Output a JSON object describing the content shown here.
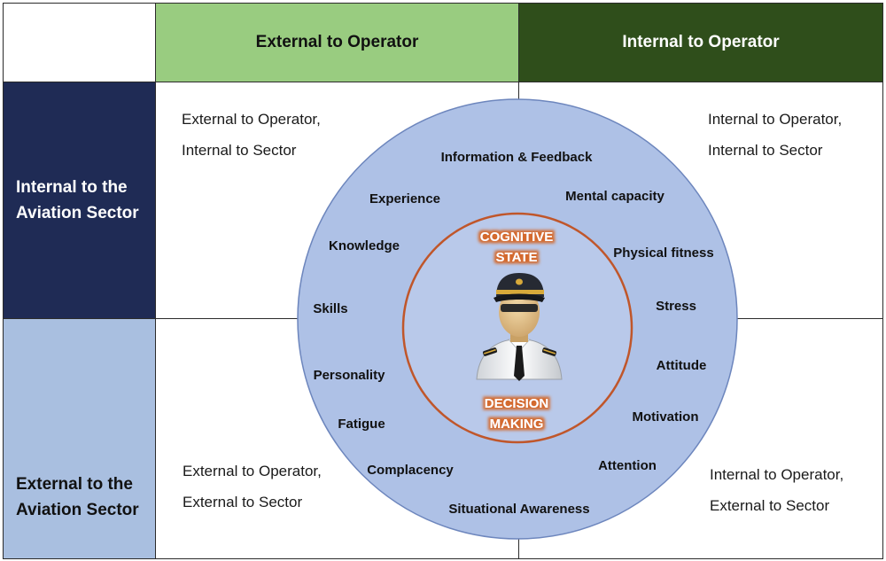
{
  "colors": {
    "header_light_green": "#99cc80",
    "header_dark_green": "#2f4e1b",
    "row_dark_blue": "#1f2b55",
    "row_light_blue": "#a9bfe0",
    "outer_circle": "#aec1e6",
    "inner_ring": "#c0562a",
    "orange_label_glow": "#d46a2e"
  },
  "header": {
    "col1": "External to Operator",
    "col2": "Internal to Operator"
  },
  "rows": {
    "row1": [
      "Internal to the",
      "Aviation Sector"
    ],
    "row2": [
      "External to the",
      "Aviation Sector"
    ]
  },
  "quadrants": {
    "top_left": [
      "External to Operator,",
      "Internal to Sector"
    ],
    "top_right": [
      "Internal to Operator,",
      "Internal to Sector"
    ],
    "bottom_left": [
      "External to Operator,",
      "External to Sector"
    ],
    "bottom_right": [
      "Internal to Operator,",
      "External to Sector"
    ]
  },
  "factors": [
    "Information & Feedback",
    "Mental capacity",
    "Physical fitness",
    "Stress",
    "Attitude",
    "Motivation",
    "Attention",
    "Situational Awareness",
    "Complacency",
    "Fatigue",
    "Personality",
    "Skills",
    "Knowledge",
    "Experience"
  ],
  "center": {
    "top": [
      "COGNITIVE",
      "STATE"
    ],
    "bottom": [
      "DECISION",
      "MAKING"
    ],
    "icon": "pilot-avatar-icon"
  }
}
